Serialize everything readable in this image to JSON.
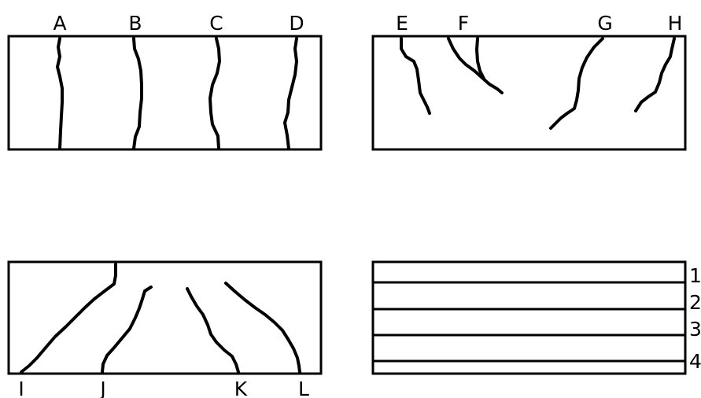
{
  "panels": [
    {
      "labels": [
        "A",
        "B",
        "C",
        "D"
      ]
    },
    {
      "labels": [
        "E",
        "F",
        "G",
        "H"
      ]
    },
    {
      "labels": [
        "I",
        "J",
        "K",
        "L"
      ]
    },
    {
      "labels": [
        "1",
        "2",
        "3",
        "4"
      ]
    }
  ]
}
